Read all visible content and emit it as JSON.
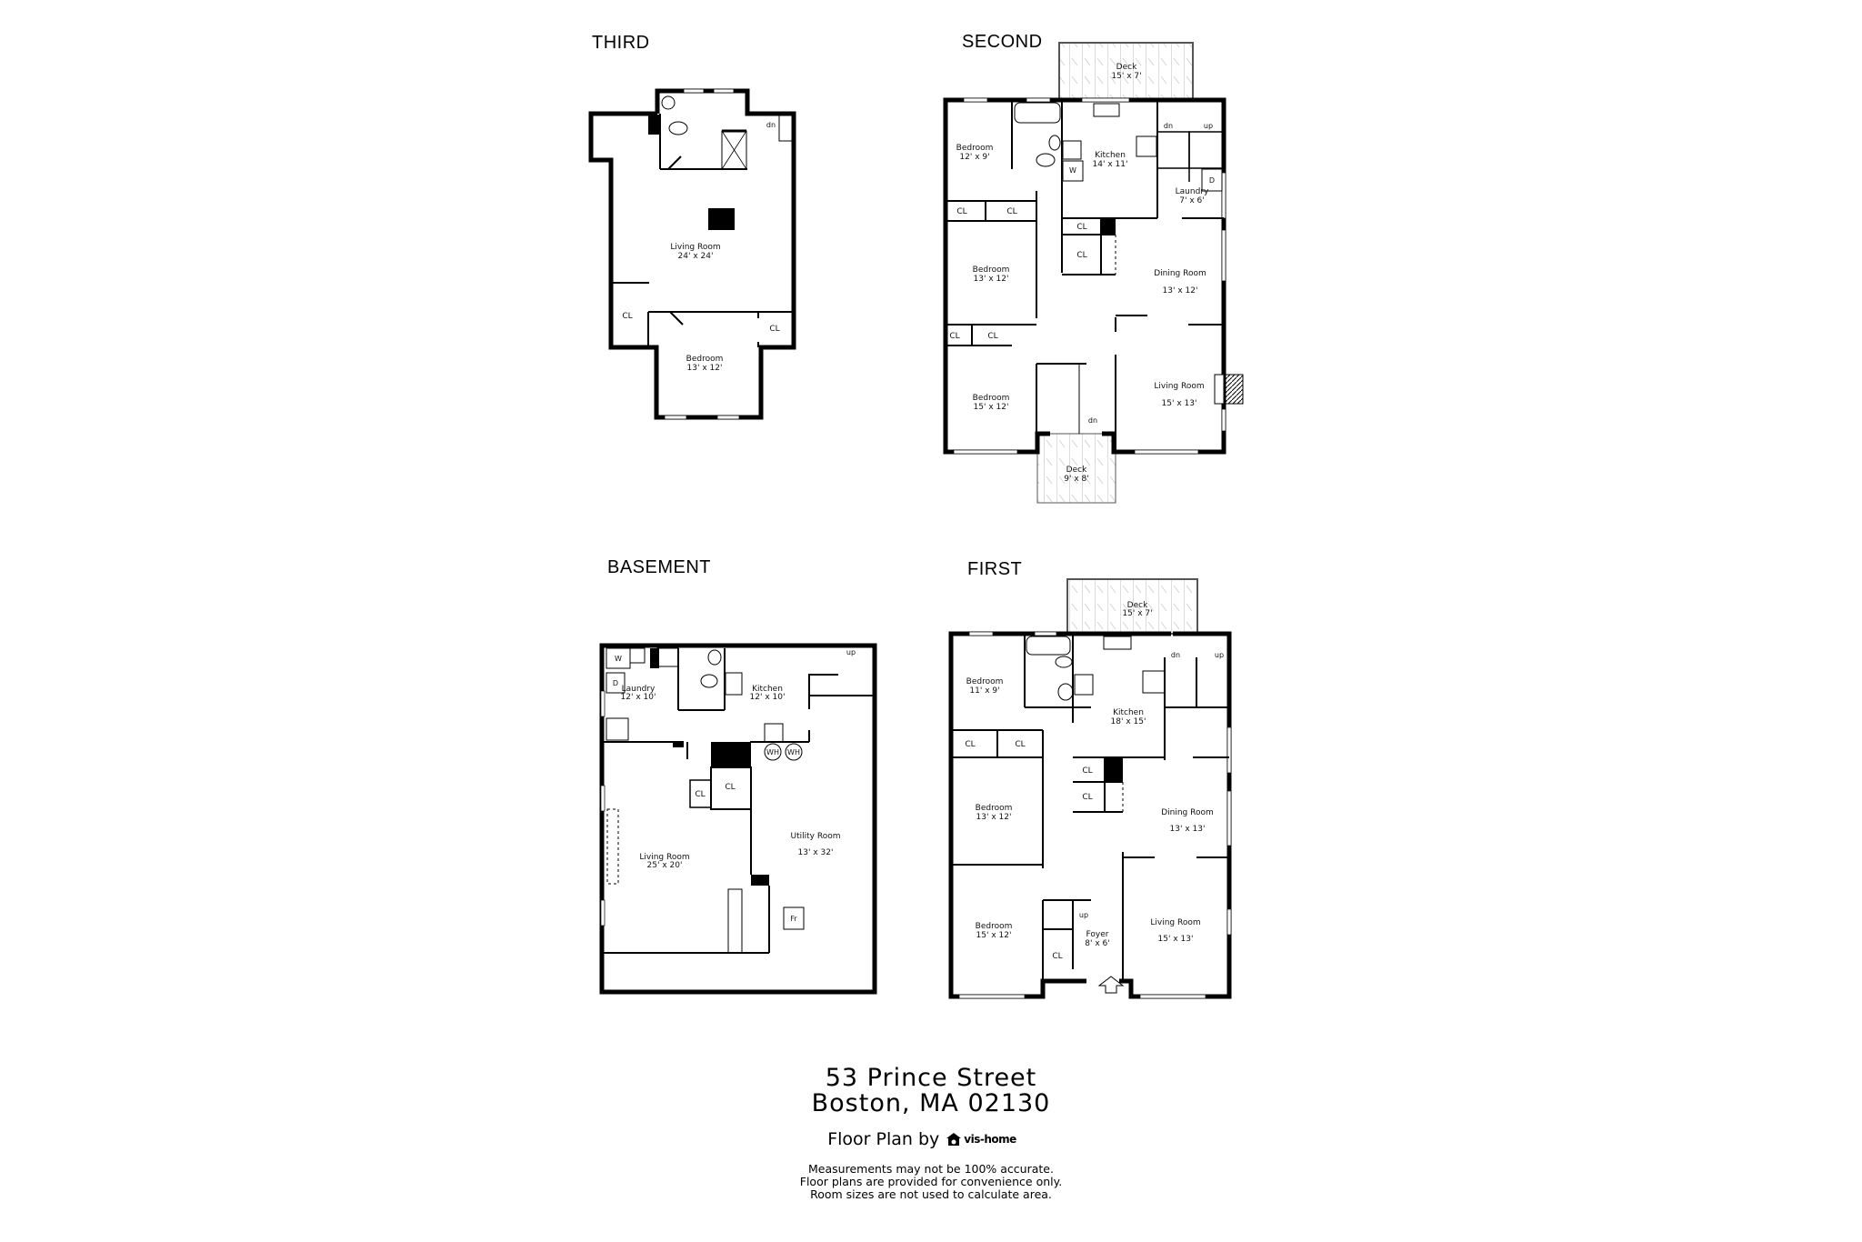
{
  "floors": {
    "third": {
      "label": "THIRD",
      "rooms": [
        {
          "name": "Living Room",
          "size": "24' x 24'"
        },
        {
          "name": "Bedroom",
          "size": "13' x 12'"
        }
      ],
      "closets": [
        "CL",
        "CL"
      ],
      "stairs": "dn"
    },
    "second": {
      "label": "SECOND",
      "rooms": [
        {
          "name": "Deck",
          "size": "15' x 7'"
        },
        {
          "name": "Bedroom",
          "size": "12' x 9'"
        },
        {
          "name": "Kitchen",
          "size": "14' x 11'"
        },
        {
          "name": "Laundry",
          "size": "7' x 6'"
        },
        {
          "name": "Bedroom",
          "size": "13' x 12'"
        },
        {
          "name": "Dining Room",
          "size": "13' x 12'"
        },
        {
          "name": "Bedroom",
          "size": "15' x 12'"
        },
        {
          "name": "Living Room",
          "size": "15' x 13'"
        },
        {
          "name": "Deck",
          "size": "9' x 8'"
        }
      ],
      "closets": [
        "CL",
        "CL",
        "CL",
        "CL",
        "CL",
        "CL"
      ],
      "fixtures": [
        "W",
        "D"
      ],
      "stairs": [
        "dn",
        "up",
        "dn"
      ]
    },
    "basement": {
      "label": "BASEMENT",
      "rooms": [
        {
          "name": "Laundry",
          "size": "12' x 10'"
        },
        {
          "name": "Kitchen",
          "size": "12' x 10'"
        },
        {
          "name": "Living Room",
          "size": "25' x 20'"
        },
        {
          "name": "Utility Room",
          "size": "13' x 32'"
        }
      ],
      "closets": [
        "CL",
        "CL"
      ],
      "fixtures": [
        "W",
        "D",
        "WH",
        "WH",
        "Fr"
      ],
      "stairs": "up"
    },
    "first": {
      "label": "FIRST",
      "rooms": [
        {
          "name": "Deck",
          "size": "15' x 7'"
        },
        {
          "name": "Bedroom",
          "size": "11' x 9'"
        },
        {
          "name": "Kitchen",
          "size": "18' x 15'"
        },
        {
          "name": "Bedroom",
          "size": "13' x 12'"
        },
        {
          "name": "Dining Room",
          "size": "13' x 13'"
        },
        {
          "name": "Bedroom",
          "size": "15' x 12'"
        },
        {
          "name": "Foyer",
          "size": "8' x 6'"
        },
        {
          "name": "Living Room",
          "size": "15' x 13'"
        }
      ],
      "closets": [
        "CL",
        "CL",
        "CL",
        "CL",
        "CL"
      ],
      "stairs": [
        "dn",
        "up",
        "up"
      ]
    }
  },
  "footer": {
    "address_line1": "53 Prince Street",
    "address_line2": "Boston, MA 02130",
    "floor_plan_by": "Floor Plan by",
    "brand": "vis-home",
    "disclaimer": [
      "Measurements may not be 100% accurate.",
      "Floor plans are provided for convenience only.",
      "Room sizes are not used to calculate area."
    ]
  },
  "colors": {
    "wall": "#000000",
    "background": "#ffffff",
    "deck_hatch": "#bbbbbb"
  }
}
